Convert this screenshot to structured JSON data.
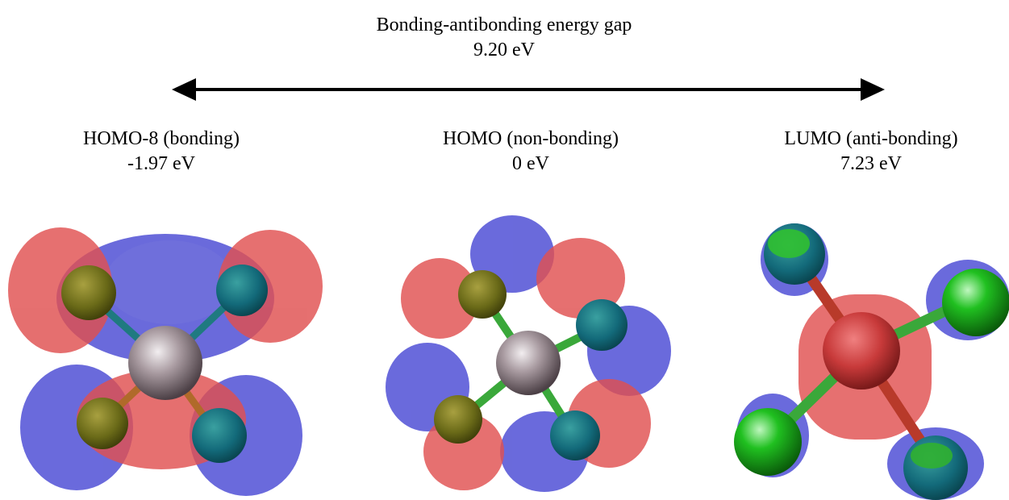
{
  "gap": {
    "title": "Bonding-antibonding energy gap",
    "value": "9.20 eV"
  },
  "orbitals": [
    {
      "name": "HOMO-8 (bonding)",
      "energy": "-1.97 eV"
    },
    {
      "name": "HOMO (non-bonding)",
      "energy": "0 eV"
    },
    {
      "name": "LUMO (anti-bonding)",
      "energy": "7.23 eV"
    }
  ],
  "colors": {
    "positive_lobe": "#e34a4a",
    "negative_lobe": "#4a4ae0",
    "center_atom": "#a89aa0",
    "ligand_atom": "#20c020",
    "arrow": "#000000"
  }
}
